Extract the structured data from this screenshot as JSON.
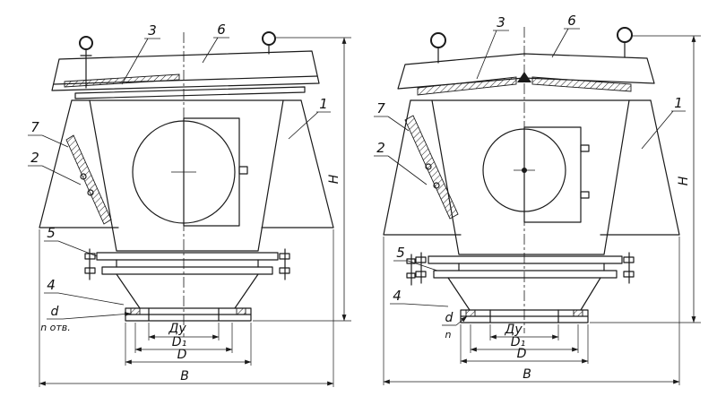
{
  "drawing": {
    "background": "#ffffff",
    "ink": "#1a1a1a"
  },
  "left_view": {
    "callouts": {
      "c1": "1",
      "c2": "2",
      "c3": "3",
      "c4": "4",
      "c5": "5",
      "c6": "6",
      "c7": "7"
    },
    "dimensions": {
      "H": "H",
      "B": "B",
      "D": "D",
      "D1": "D₁",
      "Du": "Ду",
      "d": "d",
      "holes_note": "n отв."
    }
  },
  "right_view": {
    "callouts": {
      "c1": "1",
      "c2": "2",
      "c3": "3",
      "c4": "4",
      "c5": "5",
      "c6": "6",
      "c7": "7"
    },
    "dimensions": {
      "H": "H",
      "B": "B",
      "D": "D",
      "D1": "D₁",
      "Du": "Ду",
      "d": "d",
      "holes_note": "n"
    }
  }
}
